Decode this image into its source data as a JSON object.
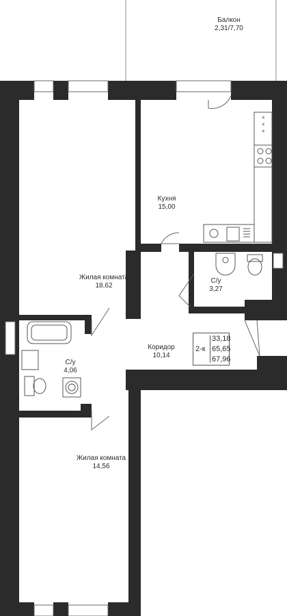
{
  "apartment": {
    "type": "2-к",
    "areas": [
      "33,18",
      "65,65",
      "67,96"
    ]
  },
  "rooms": {
    "balcony": {
      "name": "Балкон",
      "area": "2,31/7,70"
    },
    "kitchen": {
      "name": "Кухня",
      "area": "15,00"
    },
    "living_room_1": {
      "name": "Жилая комната",
      "area": "18,62"
    },
    "bathroom_1": {
      "name": "С/у",
      "area": "3,27"
    },
    "corridor": {
      "name": "Коридор",
      "area": "10,14"
    },
    "bathroom_2": {
      "name": "С/у",
      "area": "4,06"
    },
    "living_room_2": {
      "name": "Жилая комната",
      "area": "14,56"
    }
  },
  "colors": {
    "wall": "#2b2b2b",
    "fixture": "#555555",
    "background": "#ffffff"
  }
}
